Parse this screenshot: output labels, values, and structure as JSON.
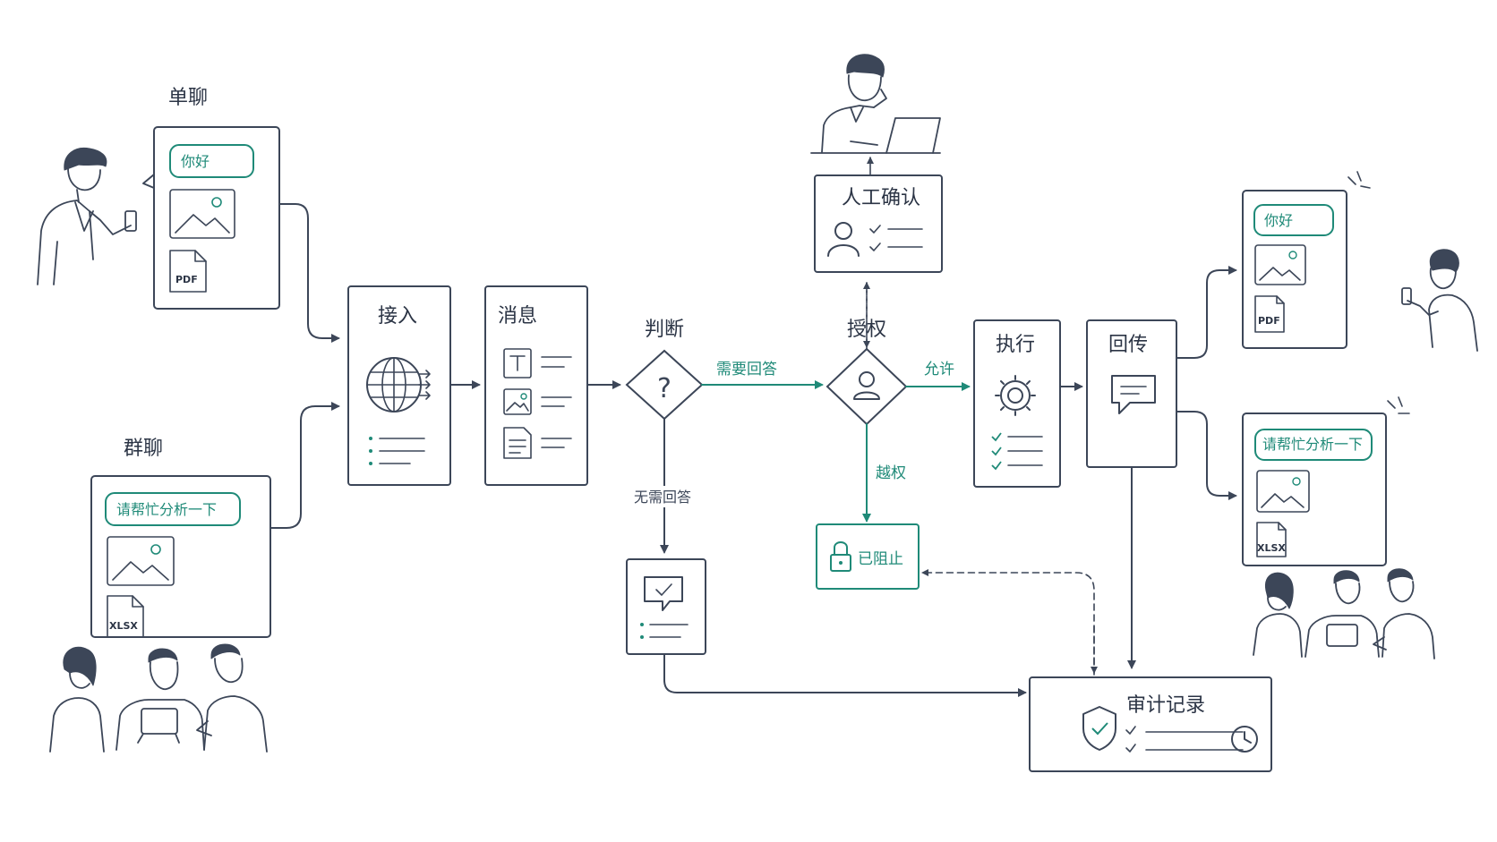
{
  "source": {
    "private_chat": {
      "title": "单聊",
      "bubble": "你好",
      "file": "PDF"
    },
    "group_chat": {
      "title": "群聊",
      "bubble": "请帮忙分析一下",
      "file": "XLSX"
    }
  },
  "steps": {
    "ingest": "接入",
    "message": "消息",
    "judge": "判断",
    "auth": "授权",
    "execute": "执行",
    "reply": "回传"
  },
  "human_confirm": "人工确认",
  "blocked": "已阻止",
  "audit": "审计记录",
  "edges": {
    "need_answer": "需要回答",
    "no_answer": "无需回答",
    "allow": "允许",
    "overreach": "越权"
  },
  "output": {
    "private_chat": {
      "bubble": "你好",
      "file": "PDF"
    },
    "group_chat": {
      "bubble": "请帮忙分析一下",
      "file": "XLSX"
    }
  },
  "colors": {
    "ink": "#3c4658",
    "accent": "#1f8a78"
  }
}
